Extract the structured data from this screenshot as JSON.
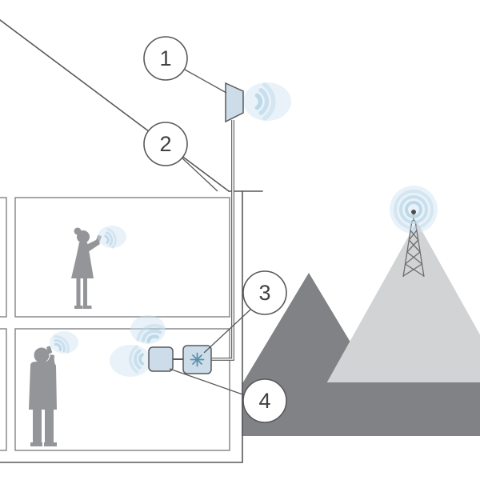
{
  "diagram": {
    "type": "cell-signal-booster-installation",
    "callouts": [
      {
        "label": "1",
        "target": "outdoor-antenna"
      },
      {
        "label": "2",
        "target": "coax-cable"
      },
      {
        "label": "3",
        "target": "booster-unit"
      },
      {
        "label": "4",
        "target": "indoor-antenna"
      }
    ],
    "colors": {
      "outline": "#58595b",
      "signal_wave": "#b9d7e8",
      "signal_glow": "#cfe2ef",
      "device_fill": "#ccdde9",
      "silhouette": "#939598",
      "mountain_dark": "#808285",
      "mountain_light": "#d1d3d4",
      "background": "#ffffff"
    }
  }
}
